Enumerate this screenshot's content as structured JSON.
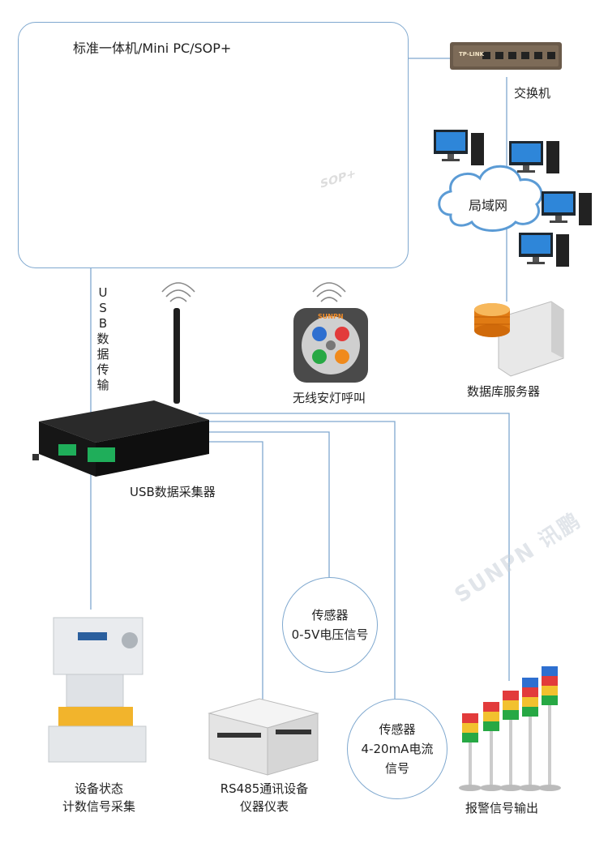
{
  "top_group": {
    "title": "标准一体机/Mini PC/SOP+",
    "sop_logo": "SOP+"
  },
  "switch": {
    "label": "交换机",
    "brand": "TP-LINK"
  },
  "lan": {
    "label": "局域网"
  },
  "db_server": {
    "label": "数据库服务器"
  },
  "usb_link": {
    "chars": [
      "U",
      "S",
      "B",
      "数",
      "据",
      "传",
      "输"
    ]
  },
  "wireless_lamp": {
    "label": "无线安灯呼叫",
    "brand": "SUNPN"
  },
  "collector": {
    "label": "USB数据采集器"
  },
  "sensor_voltage": {
    "line1": "传感器",
    "line2": "0-5V电压信号"
  },
  "sensor_current": {
    "line1": "传感器",
    "line2": "4-20mA电流",
    "line3": "信号"
  },
  "device_status": {
    "line1": "设备状态",
    "line2": "计数信号采集"
  },
  "rs485": {
    "line1": "RS485通讯设备",
    "line2": "仪器仪表"
  },
  "alarm": {
    "label": "报警信号输出"
  },
  "watermark": "SUNPN 讯鹏",
  "colors": {
    "line": "#7fa8cf",
    "cloud": "#5b9bd5",
    "accent": "#1e5aa8"
  }
}
